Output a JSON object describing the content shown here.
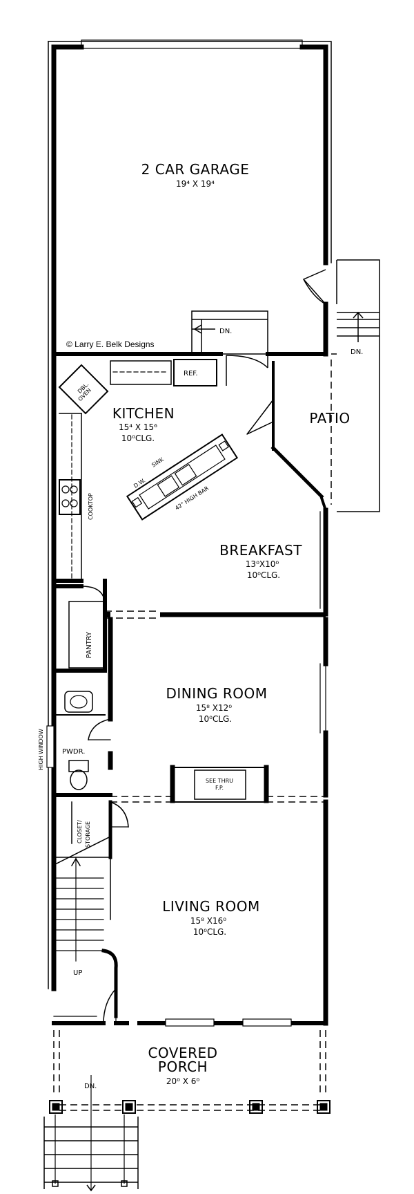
{
  "copyright": "© Larry E. Belk Designs",
  "rooms": {
    "garage": {
      "name": "2 CAR GARAGE",
      "dims": "19⁴ X 19⁴"
    },
    "kitchen": {
      "name": "KITCHEN",
      "dims": "15⁴ X 15⁶",
      "ceiling": "10⁰CLG."
    },
    "patio": {
      "name": "PATIO"
    },
    "breakfast": {
      "name": "BREAKFAST",
      "dims": "13⁰X10⁰",
      "ceiling": "10⁰CLG."
    },
    "dining": {
      "name": "DINING ROOM",
      "dims": "15⁸ X12⁰",
      "ceiling": "10⁰CLG."
    },
    "living": {
      "name": "LIVING ROOM",
      "dims": "15⁸ X16⁰",
      "ceiling": "10⁰CLG."
    },
    "porch": {
      "name_line1": "COVERED",
      "name_line2": "PORCH",
      "dims": "20⁰ X 6⁰"
    }
  },
  "labels": {
    "ref": "REF.",
    "dbl_oven_1": "DBL.",
    "dbl_oven_2": "OVEN",
    "cooktop": "COOKTOP",
    "dw": "D.W.",
    "sink": "SINK",
    "high_bar": "42\" HIGH BAR",
    "pantry": "PANTRY",
    "pwdr": "PWDR.",
    "high_window": "HIGH WINDOW",
    "closet_1": "CLOSET/",
    "closet_2": "STORAGE",
    "fireplace_1": "SEE THRU",
    "fireplace_2": "F.P.",
    "up": "UP",
    "dn_garage": "DN.",
    "dn_patio": "DN.",
    "dn_porch": "DN."
  }
}
